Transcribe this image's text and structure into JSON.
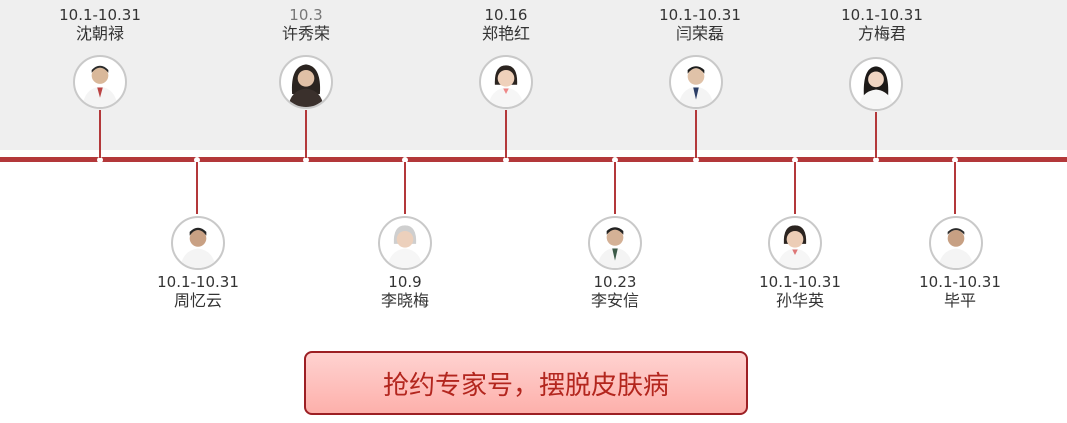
{
  "doctors_top": [
    {
      "date": "10.1-10.31",
      "name": "沈朝禄",
      "avatar": "doctor-male-avatar"
    },
    {
      "date": "10.3",
      "name": "许秀荣",
      "avatar": "doctor-female-avatar"
    },
    {
      "date": "10.16",
      "name": "郑艳红",
      "avatar": "doctor-female-avatar"
    },
    {
      "date": "10.1-10.31",
      "name": "闫荣磊",
      "avatar": "doctor-male-avatar"
    },
    {
      "date": "10.1-10.31",
      "name": "方梅君",
      "avatar": "doctor-female-avatar"
    }
  ],
  "doctors_bottom": [
    {
      "date": "10.1-10.31",
      "name": "周忆云",
      "avatar": "doctor-male-avatar"
    },
    {
      "date": "10.9",
      "name": "李晓梅",
      "avatar": "doctor-female-avatar"
    },
    {
      "date": "10.23",
      "name": "李安信",
      "avatar": "doctor-male-avatar"
    },
    {
      "date": "10.1-10.31",
      "name": "孙华英",
      "avatar": "doctor-female-avatar"
    },
    {
      "date": "10.1-10.31",
      "name": "毕平",
      "avatar": "doctor-male-avatar"
    }
  ],
  "cta": {
    "label": "抢约专家号，摆脱皮肤病"
  },
  "colors": {
    "accent": "#b3383a",
    "cta_border": "#9c1f24",
    "cta_text": "#b3261e",
    "band": "#efefef"
  }
}
